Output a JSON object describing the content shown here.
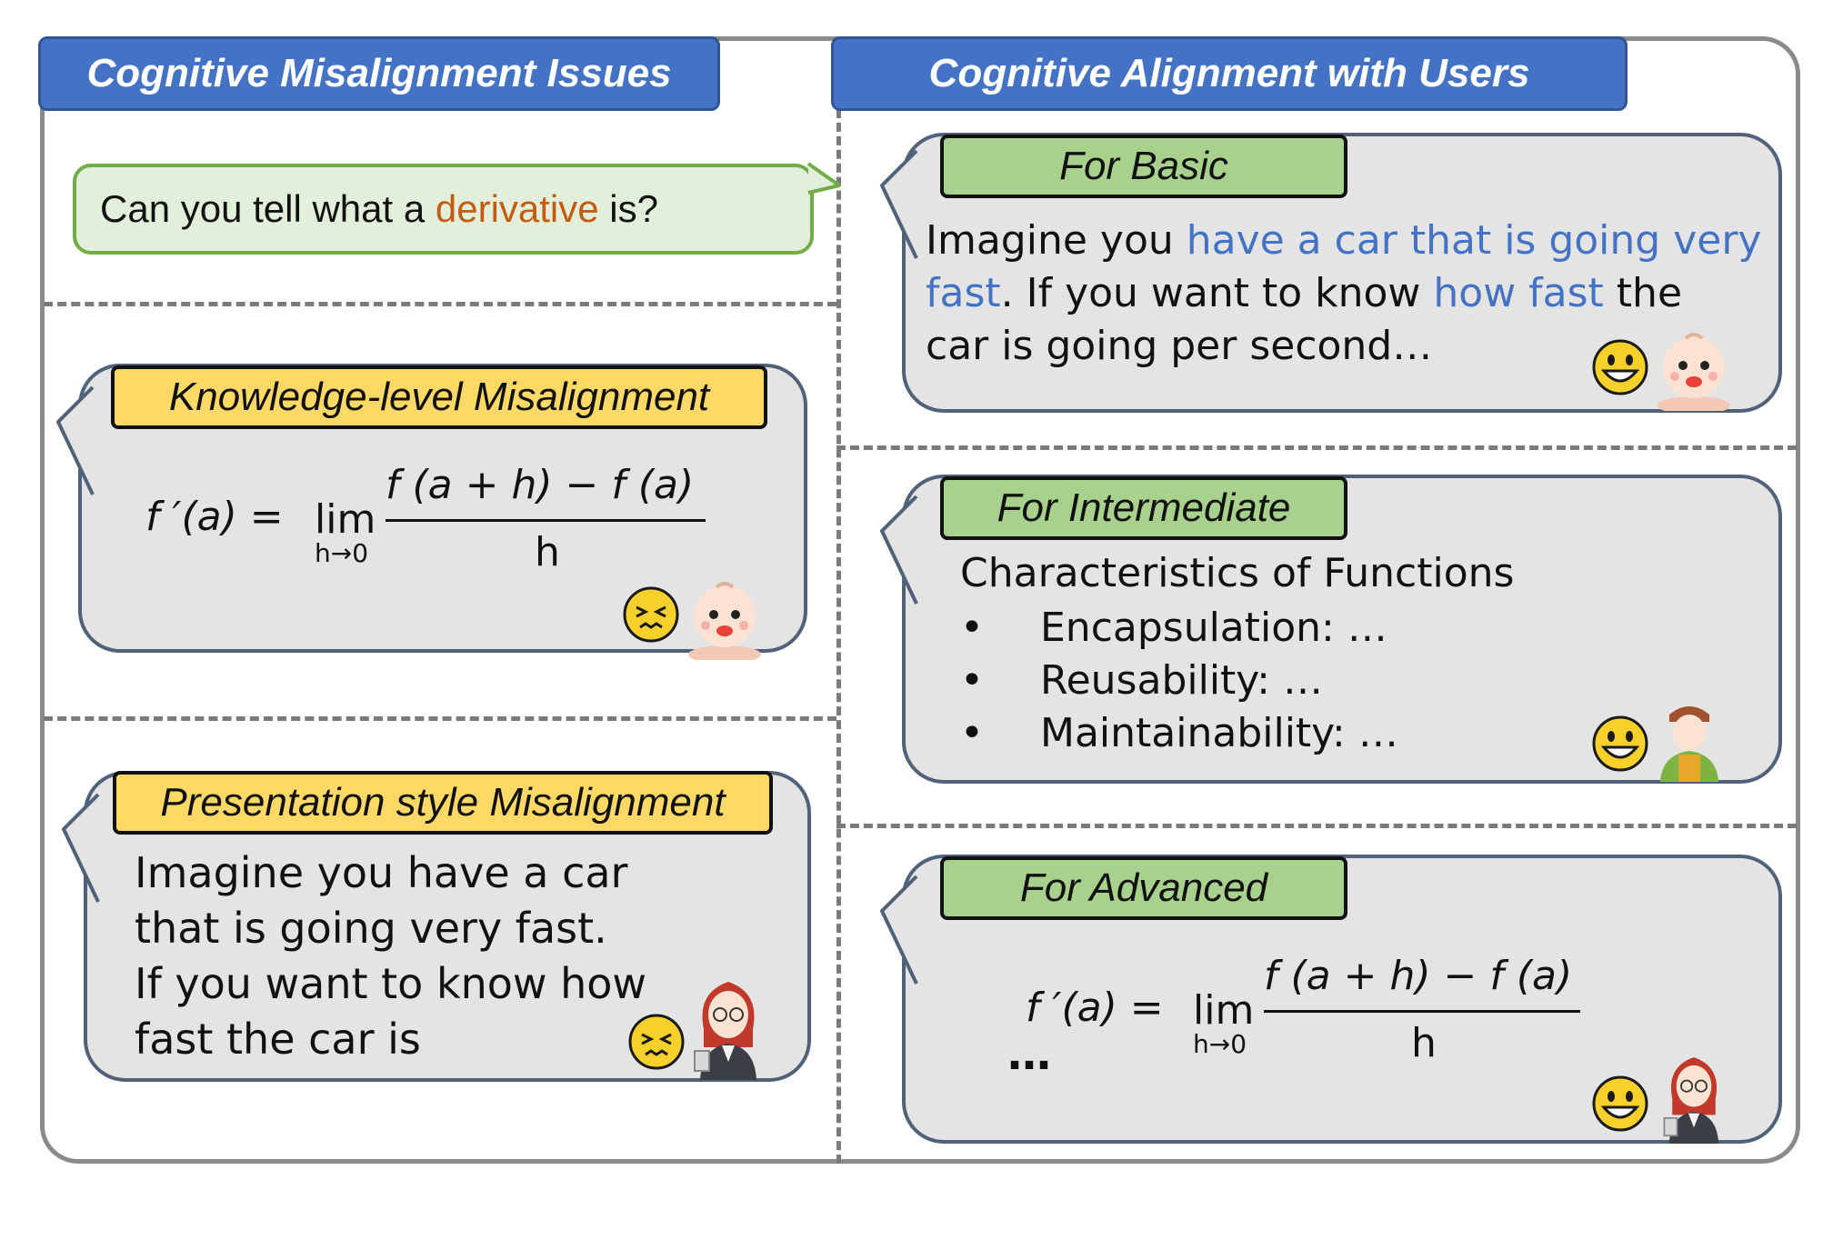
{
  "left_header": "Cognitive Misalignment Issues",
  "right_header": "Cognitive Alignment with Users",
  "question": {
    "before": "Can you tell what a ",
    "highlight": "derivative",
    "after": " is?"
  },
  "knowledge": {
    "tag": "Knowledge-level Misalignment",
    "lhs": "f ′(a) =",
    "lim": "lim",
    "limsub": "h→0",
    "numerator": "f (a + h) − f (a)",
    "denominator": "h"
  },
  "presentation": {
    "tag": "Presentation style Misalignment",
    "lines": [
      "Imagine you have a car",
      "that is going very fast.",
      "If you want to know how",
      "fast the car is"
    ]
  },
  "basic": {
    "tag": "For Basic",
    "l1a": "Imagine you ",
    "l1b": "have a car that is going very",
    "l2a": "fast",
    "l2b": ". If you want to know ",
    "l2c": "how fast",
    "l2d": " the",
    "l3": "car is going per second…"
  },
  "intermediate": {
    "tag": "For Intermediate",
    "title": "Characteristics of Functions",
    "bullet": "•",
    "items": [
      "Encapsulation: …",
      "Reusability: …",
      "Maintainability: …"
    ]
  },
  "advanced": {
    "tag": "For Advanced",
    "lhs": "f ′(a) =",
    "lim": "lim",
    "limsub": "h→0",
    "numerator": "f (a + h) − f (a)",
    "denominator": "h",
    "ellipsis": "…"
  },
  "icons": {
    "confused": "confounded-face-icon",
    "happy": "grinning-face-icon",
    "baby": "baby-icon",
    "worker": "worker-icon",
    "teacher": "teacher-icon"
  },
  "colors": {
    "header": "#4472c4",
    "tag_yellow": "#ffd966",
    "tag_green": "#a9d18e",
    "question_bg": "#e2efda",
    "highlight_blue": "#4472c4",
    "highlight_orange": "#c55a11"
  }
}
